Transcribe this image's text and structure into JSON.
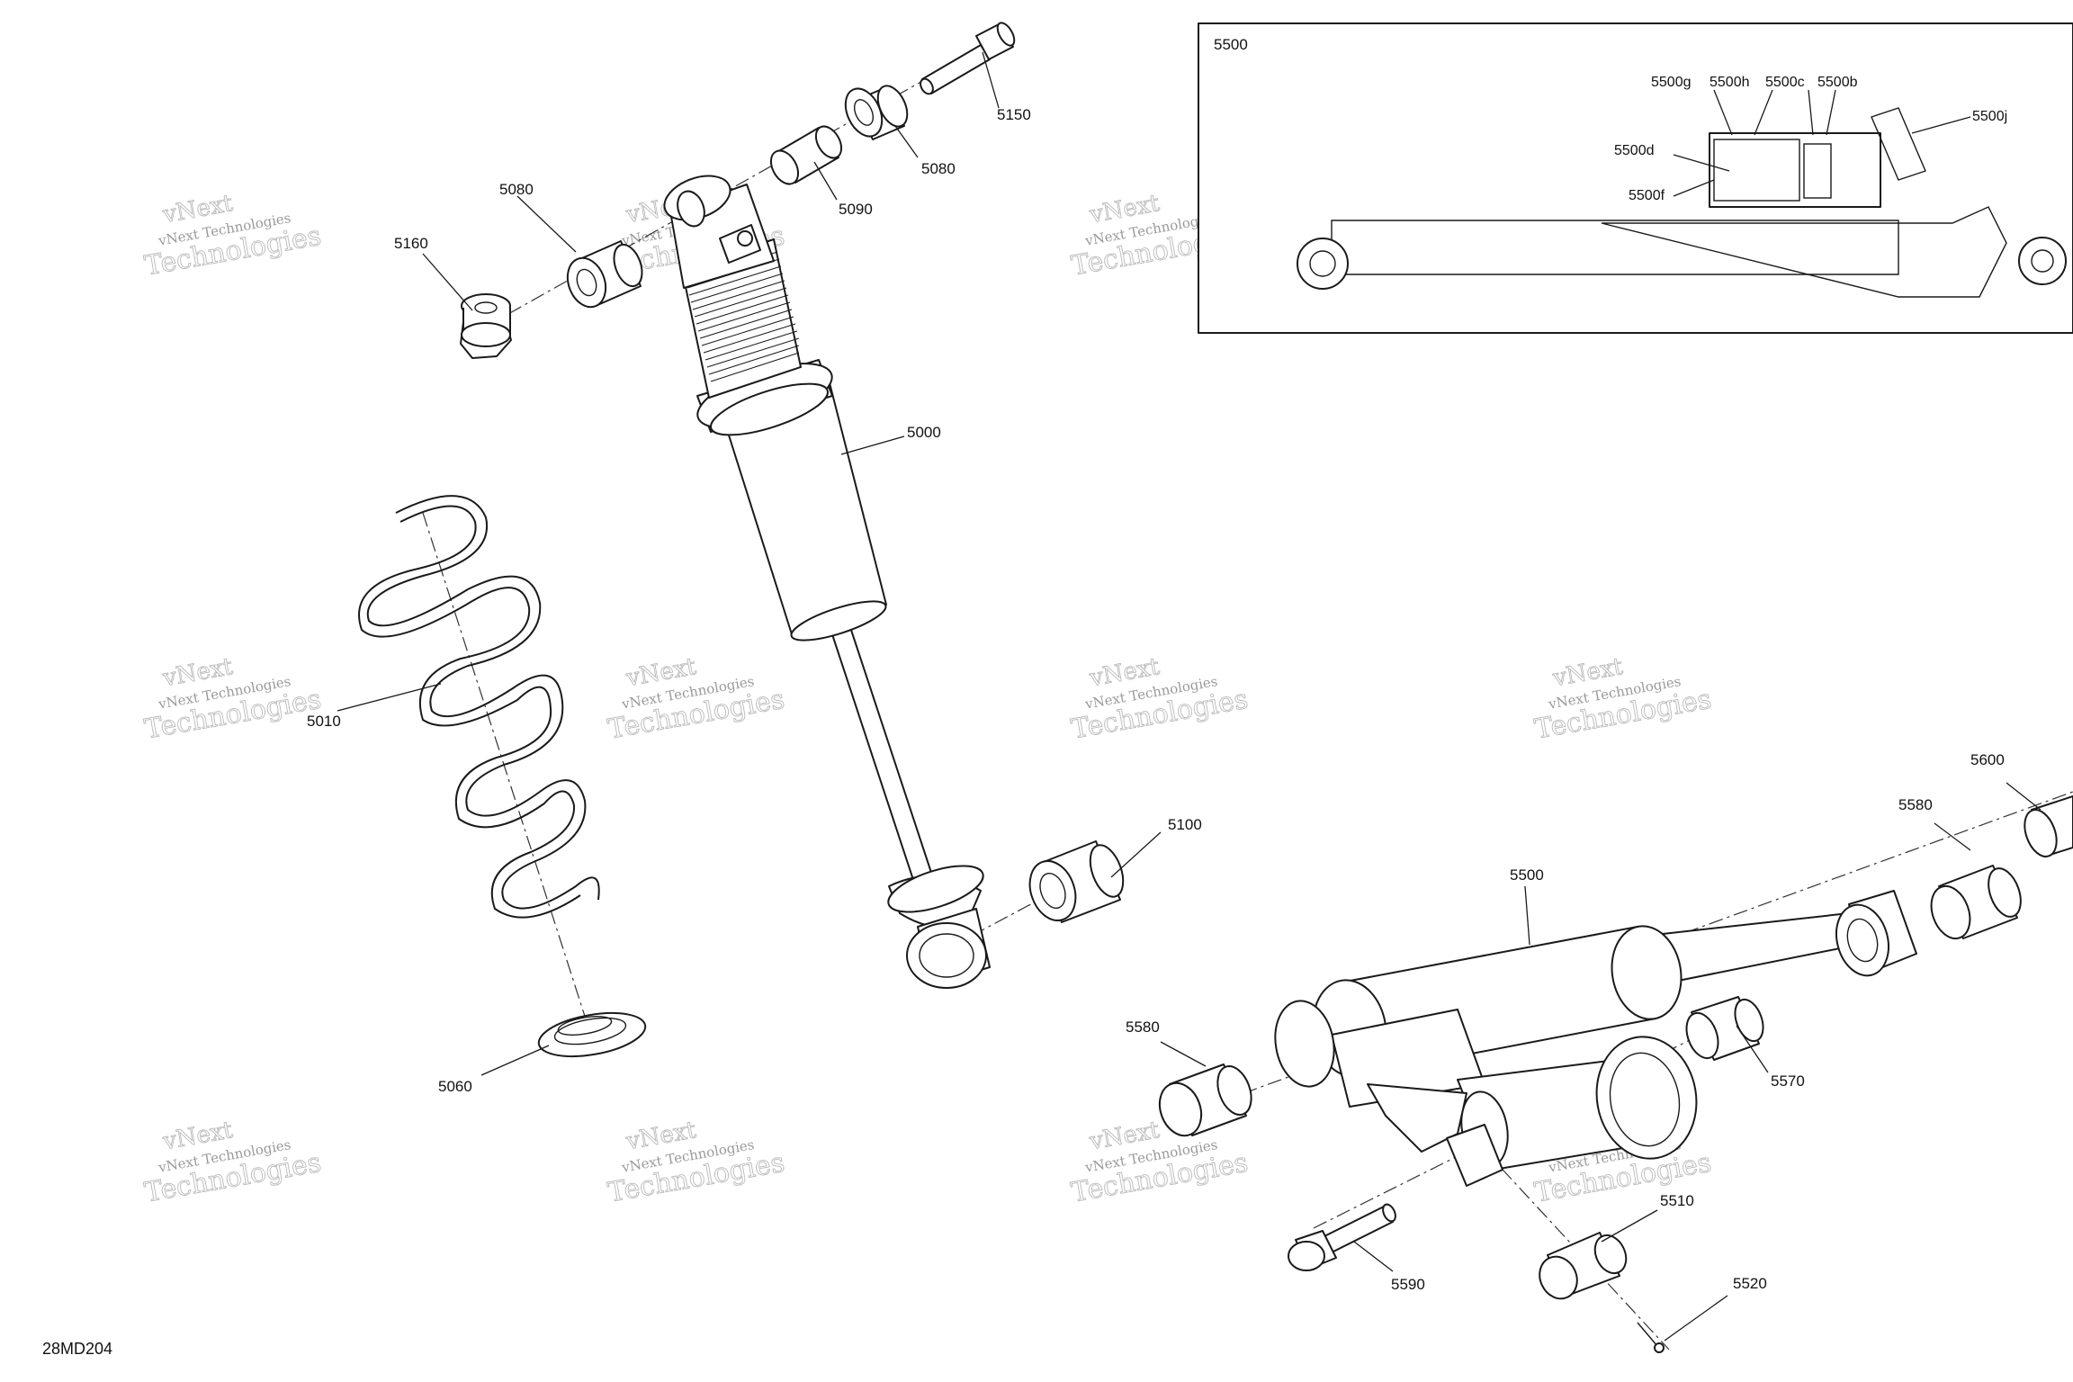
{
  "document": {
    "code": "28MD204"
  },
  "watermark": {
    "line1": "vNext Technologies",
    "line2": "Technologies",
    "line_top": "vNext"
  },
  "inset": {
    "title": "5500",
    "labels": {
      "g": "5500g",
      "h": "5500h",
      "c": "5500c",
      "b": "5500b",
      "j": "5500j",
      "d": "5500d",
      "f": "5500f"
    }
  },
  "callouts": {
    "p5150": "5150",
    "p5080a": "5080",
    "p5090": "5090",
    "p5080b": "5080",
    "p5160": "5160",
    "p5000": "5000",
    "p5010": "5010",
    "p5100": "5100",
    "p5060": "5060",
    "p5500": "5500",
    "p5600": "5600",
    "p5580a": "5580",
    "p5580b": "5580",
    "p5570": "5570",
    "p5510": "5510",
    "p5590": "5590",
    "p5520": "5520"
  }
}
